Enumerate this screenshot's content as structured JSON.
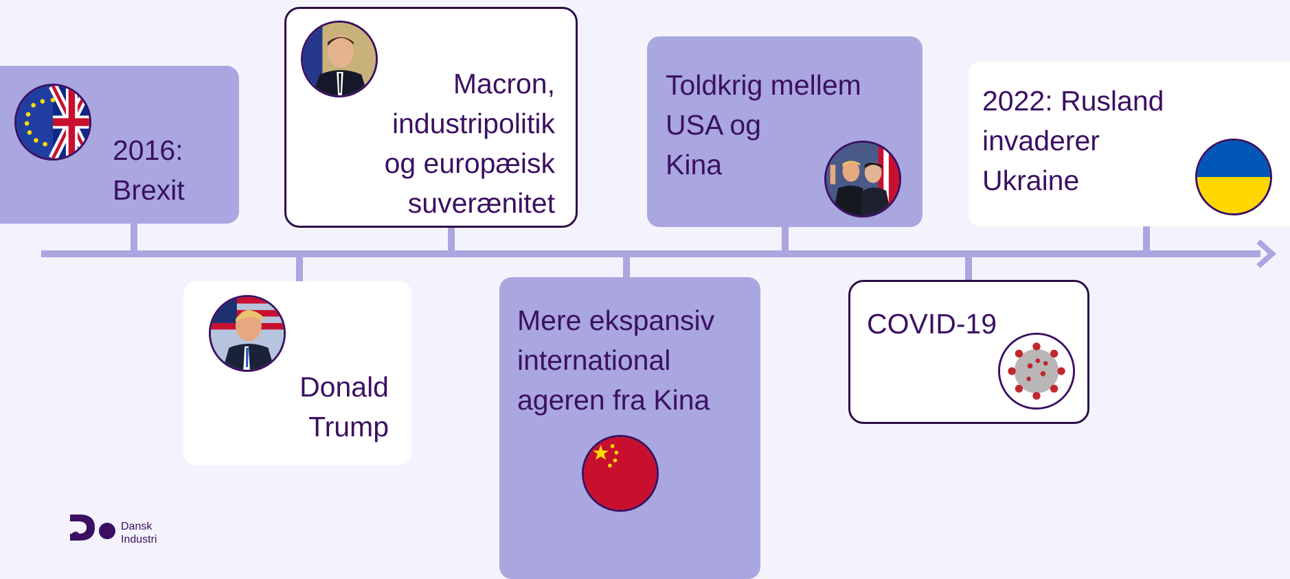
{
  "timeline": {
    "events": [
      {
        "id": "brexit",
        "label": "2016:\nBrexit",
        "icon": "eu-uk-flag-icon"
      },
      {
        "id": "trump",
        "label": "Donald\nTrump",
        "icon": "trump-portrait"
      },
      {
        "id": "macron",
        "label": "Macron,\nindustripolitik\nog europæisk\nsuverænitet",
        "icon": "macron-portrait"
      },
      {
        "id": "china",
        "label": "Mere ekspansiv\ninternational\nageren fra Kina",
        "icon": "china-flag-icon"
      },
      {
        "id": "tradewar",
        "label": "Toldkrig mellem\nUSA og\nKina",
        "icon": "trump-xi-photo"
      },
      {
        "id": "covid",
        "label": "COVID-19",
        "icon": "coronavirus-icon"
      },
      {
        "id": "ukraine",
        "label": "2022: Rusland\ninvaderer\nUkraine",
        "icon": "ukraine-flag-icon"
      }
    ]
  },
  "logo": {
    "text": "Dansk\nIndustri",
    "icon": "dansk-industri-logo"
  },
  "colors": {
    "background": "#f4f3fd",
    "accent": "#a9a6e0",
    "text": "#3b1062",
    "outline": "#2c0b45"
  }
}
